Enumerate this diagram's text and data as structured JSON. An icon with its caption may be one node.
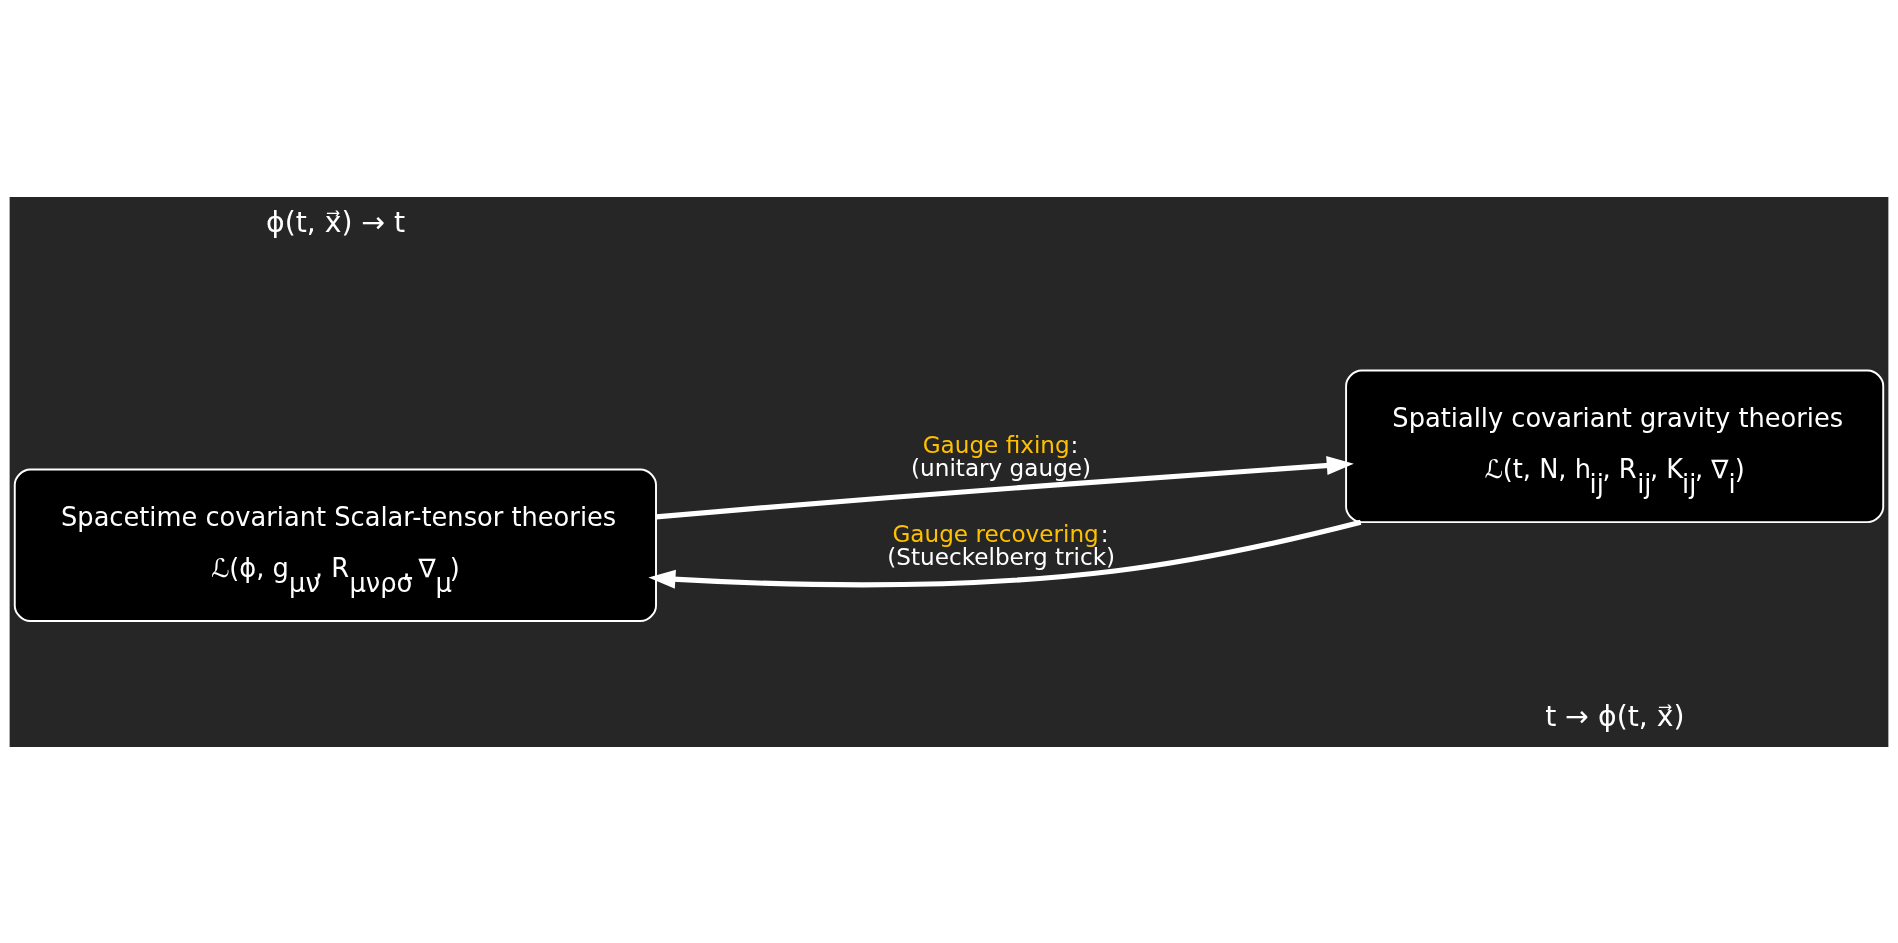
{
  "diagram": {
    "nodes": [
      {
        "text": [
          "Spacetime covariant Scalar-tensor theories",
          "ℒ(ϕ, g$_{μν}$, R$_{μνρσ}$, ∇$_{μ}$)"
        ]
      },
      {
        "text": [
          "Spatially covariant gravity theories",
          "ℒ(t, N, h$_{ij}$, R$_{ij}$, K$_{ij}$, ∇$_{i}$)"
        ]
      }
    ],
    "edges": [
      {
        "from": 0,
        "to": 1,
        "arrow": "to",
        "label": "Gauge fixing: (unitary gauge)"
      },
      {
        "from": 1,
        "to": 0,
        "arrow": "to",
        "label": "Gauge recovering: (Stueckelberg trick)"
      }
    ],
    "labels": [
      "ϕ(t, x⃗) → t",
      "t → ϕ(t, x⃗)"
    ]
  }
}
